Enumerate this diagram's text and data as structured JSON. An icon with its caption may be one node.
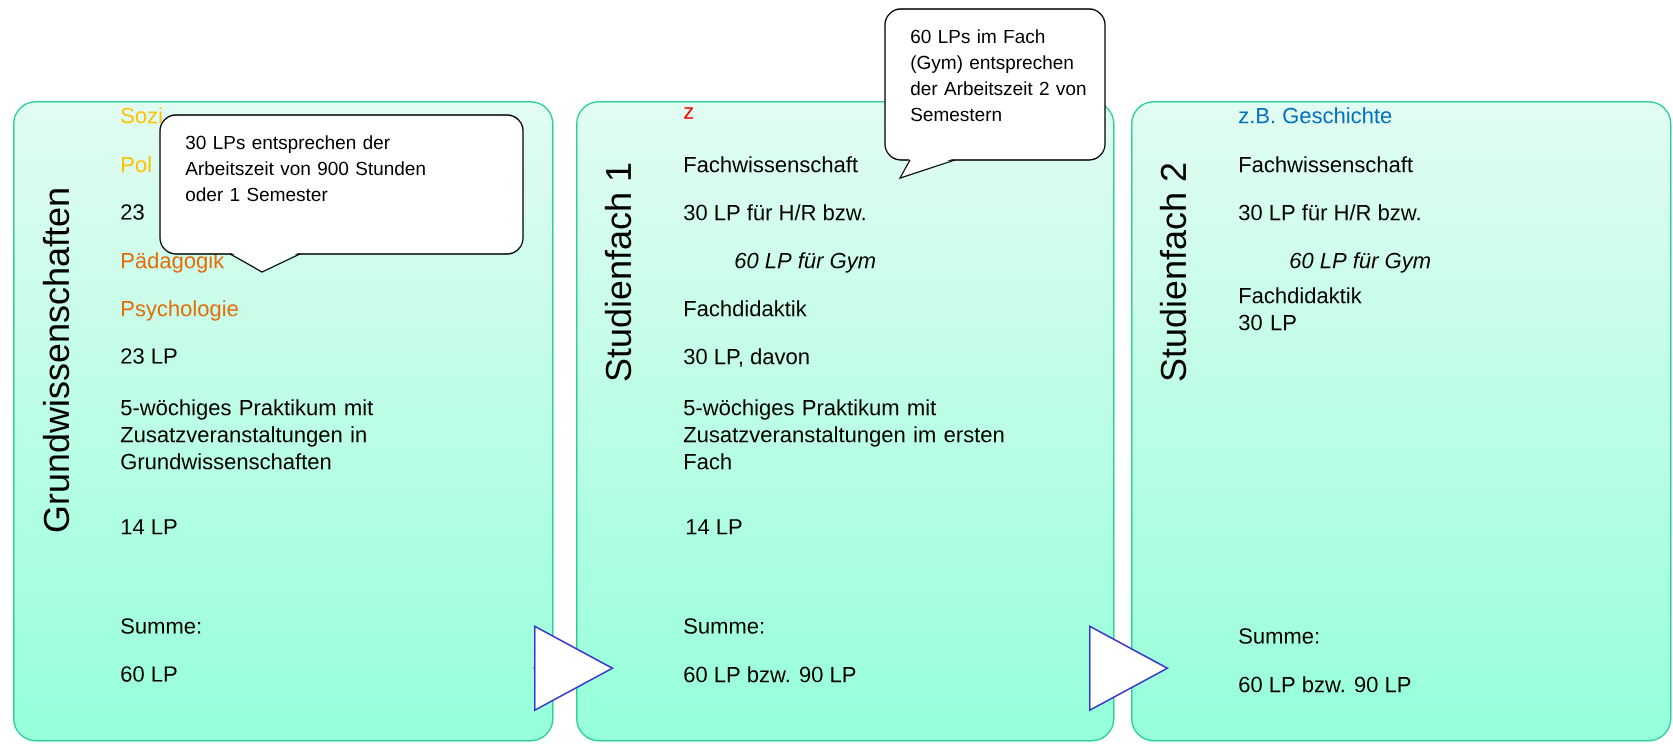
{
  "diagram": {
    "nodes": [
      {
        "text": [
          "Grundwissenschaften",
          "Sozi",
          "Pol",
          "23",
          "Pädagogik",
          "Psychologie",
          "23 LP",
          "5-wöchiges Praktikum mit Zusatzveranstaltungen in Grundwissenschaften",
          "14 LP",
          "Summe:",
          "60 LP"
        ]
      },
      {
        "text": [
          "Studienfach 1",
          "z",
          "Fachwissenschaft",
          "30 LP für H/R bzw.",
          "60 LP für Gym",
          "Fachdidaktik",
          "30 LP, davon",
          "5-wöchiges Praktikum mit Zusatzveranstaltungen im ersten Fach",
          "14 LP",
          "Summe:",
          "60 LP bzw. 90 LP"
        ]
      },
      {
        "text": [
          "Studienfach 2",
          "z.B. Geschichte",
          "Fachwissenschaft",
          "30 LP für H/R bzw.",
          "60 LP für Gym",
          "Fachdidaktik 30 LP",
          "Summe:",
          "60 LP bzw. 90 LP"
        ]
      },
      {
        "text": [
          "30 LPs entsprechen der Arbeitszeit von 900 Stunden oder 1 Semester"
        ],
        "in": 0
      },
      {
        "text": [
          "60 LPs im Fach (Gym) entsprechen der Arbeitszeit 2 von Semestern"
        ]
      }
    ],
    "edges": [
      {
        "from": 0,
        "to": 1,
        "arrow": "to"
      },
      {
        "from": 1,
        "to": 2,
        "arrow": "to"
      }
    ]
  }
}
